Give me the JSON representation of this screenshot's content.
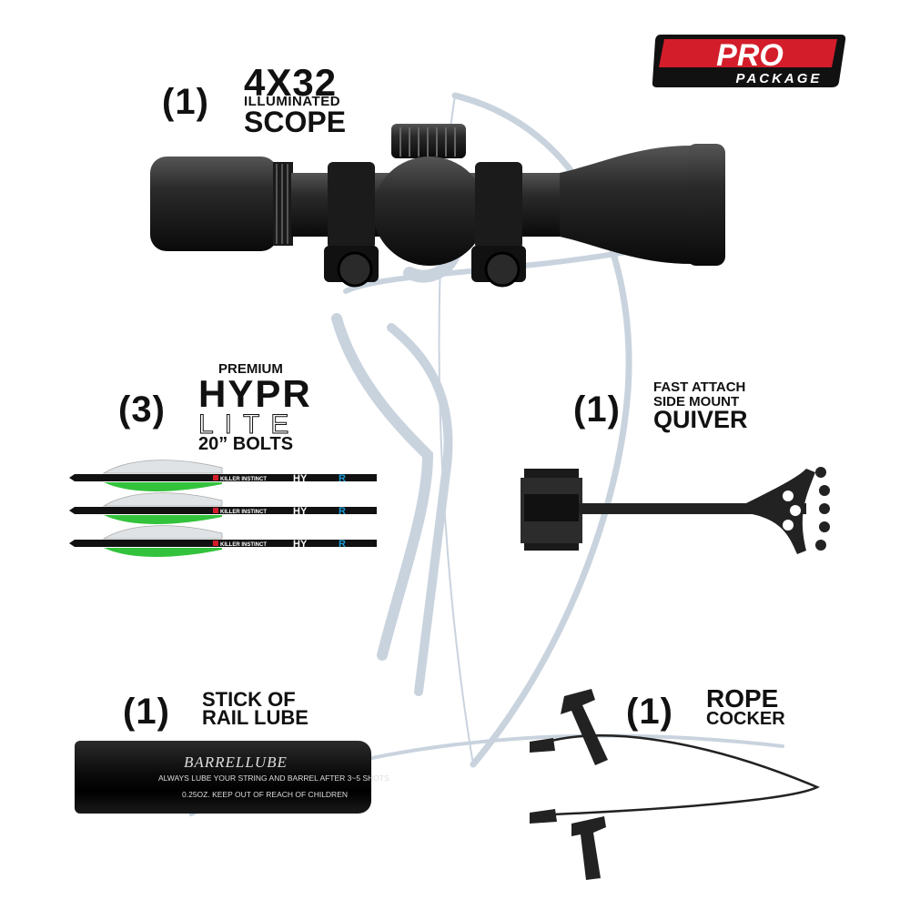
{
  "badge": {
    "line1": "PRO",
    "line2": "PACKAGE",
    "accent": "#d41d2a"
  },
  "scope": {
    "qty": "(1)",
    "line1": "4x32",
    "line2": "ILLUMINATED",
    "line3": "SCOPE",
    "icon": "scope-image"
  },
  "bolts": {
    "qty": "(3)",
    "line1": "PREMIUM",
    "line2": "HYPR",
    "line3": "LITE",
    "line4": "20” BOLTS",
    "shaft_text": "KILLER INSTINCT",
    "fletch_green": "#33c23c",
    "accent_blue": "#1a9ad6",
    "count": 3
  },
  "quiver": {
    "qty": "(1)",
    "line1": "FAST ATTACH",
    "line2": "SIDE MOUNT",
    "line3": "QUIVER",
    "icon": "quiver-image"
  },
  "lube": {
    "qty": "(1)",
    "line1": "STICK OF",
    "line2": "RAIL LUBE",
    "brand": "BARRELLUBE",
    "note1": "ALWAYS LUBE YOUR STRING AND BARREL AFTER 3~5 SHOTS",
    "note2": "0.25OZ. KEEP OUT OF REACH OF CHILDREN"
  },
  "cocker": {
    "qty": "(1)",
    "line1": "ROPE",
    "line2": "COCKER",
    "icon": "rope-cocker-image"
  },
  "watermark": {
    "icon": "archer-watermark-icon",
    "color": "#c9d3de"
  }
}
